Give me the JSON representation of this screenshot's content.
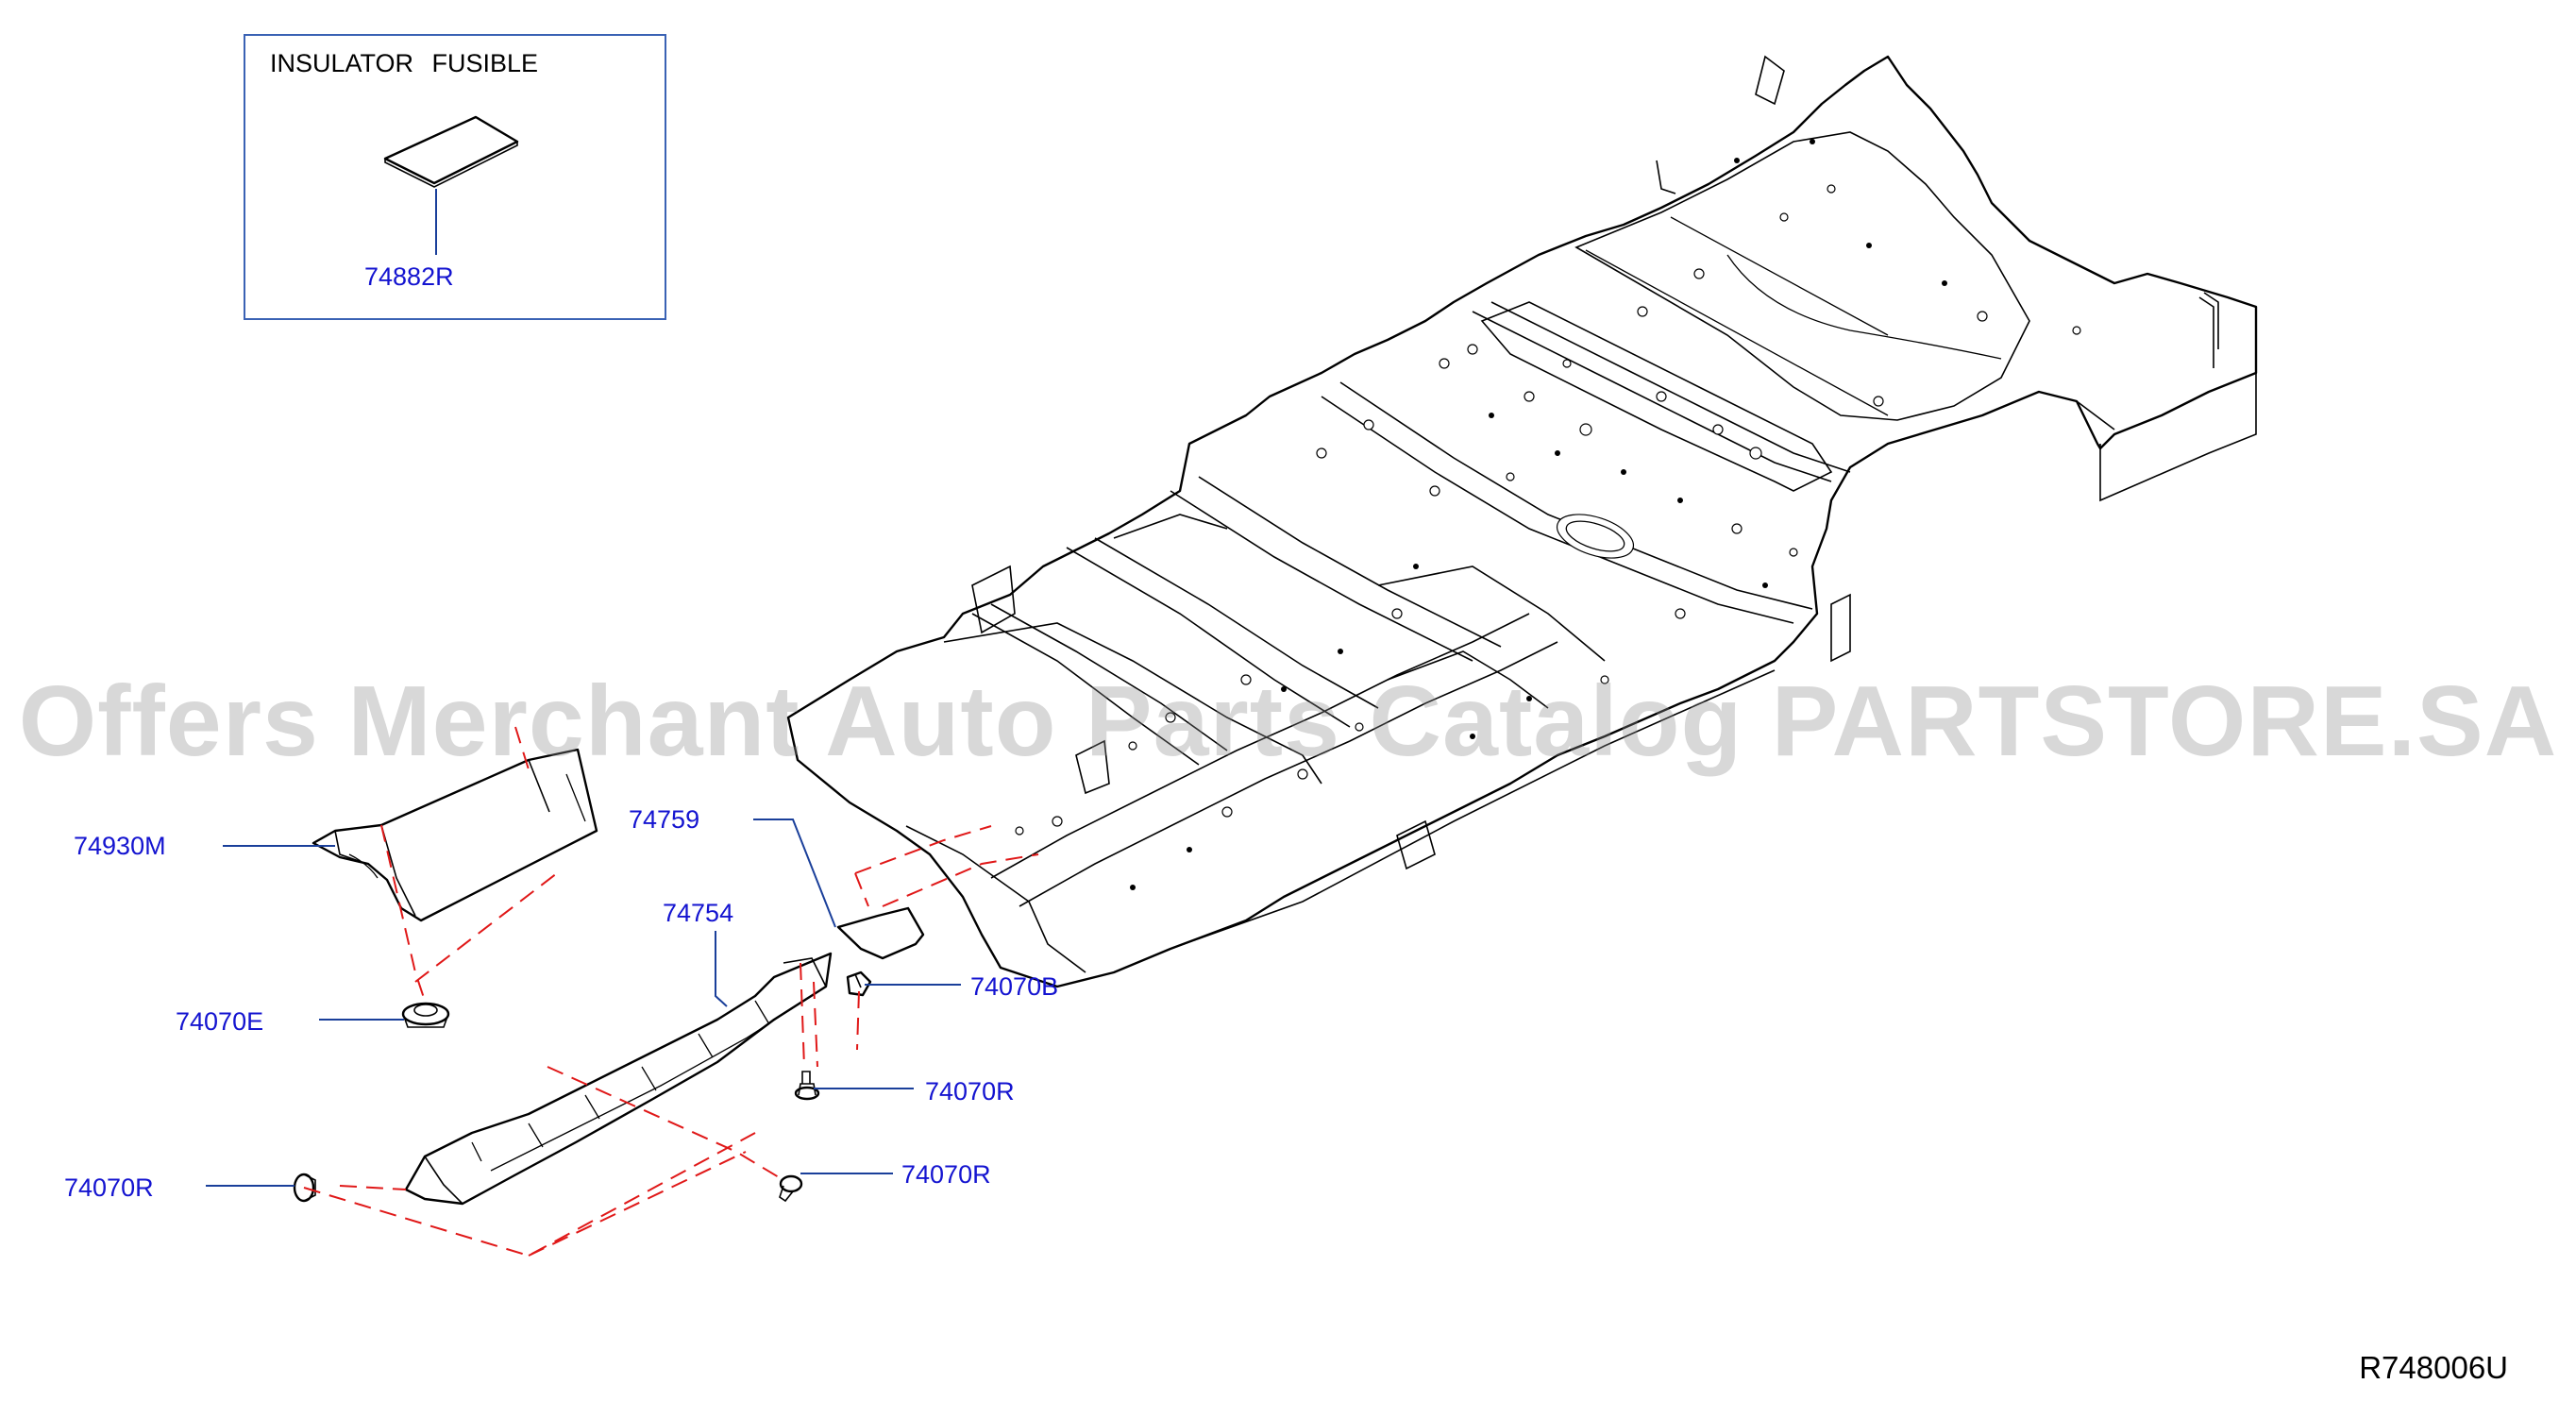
{
  "inset": {
    "title": "INSULATOR  FUSIBLE",
    "part_number": "74882R"
  },
  "callouts": {
    "p74930M": "74930M",
    "p74759": "74759",
    "p74754": "74754",
    "p74070E": "74070E",
    "p74070B": "74070B",
    "p74070R_mid": "74070R",
    "p74070R_left": "74070R",
    "p74070R_low": "74070R"
  },
  "drawing_number": "R748006U",
  "watermark": "Offers Merchant Auto Parts Catalog PARTSTORE.SA",
  "colors": {
    "callout_text": "#1414d0",
    "leader_line": "#1a3f9a",
    "phantom_line": "#e01818",
    "inset_border": "#3a62b4"
  }
}
